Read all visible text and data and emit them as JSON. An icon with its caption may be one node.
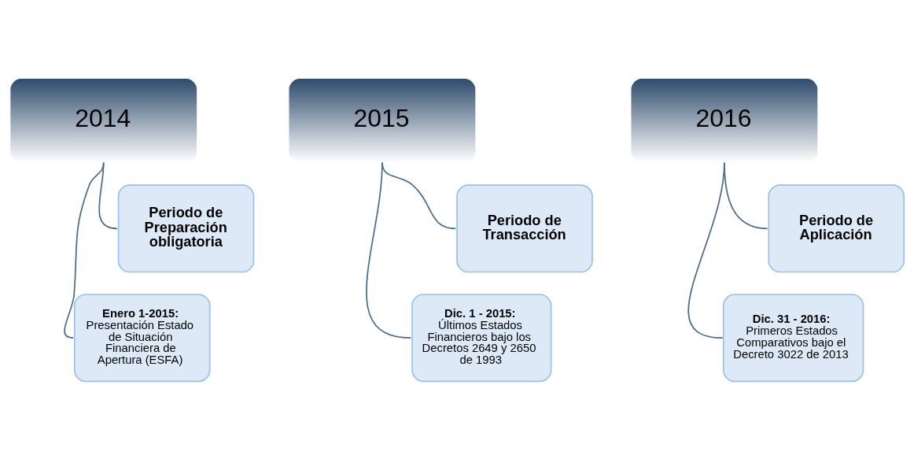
{
  "diagram": {
    "nodes": [
      {
        "text": [
          "2014"
        ]
      },
      {
        "text": [
          "Periodo de Preparación obligatoria"
        ]
      },
      {
        "text": [
          "Enero 1-2015:",
          "Presentación Estado de Situación Financiera de Apertura (ESFA)"
        ]
      },
      {
        "text": [
          "2015"
        ]
      },
      {
        "text": [
          "Periodo de Transacción"
        ]
      },
      {
        "text": [
          "Dic. 1 - 2015:",
          "Últimos Estados Financieros bajo los Decretos 2649 y 2650 de 1993"
        ]
      },
      {
        "text": [
          "2016"
        ]
      },
      {
        "text": [
          "Periodo de Aplicación"
        ]
      },
      {
        "text": [
          "Dic. 31 - 2016:",
          "Primeros Estados Comparativos bajo el Decreto 3022 de 2013"
        ]
      }
    ],
    "edges": [
      {
        "from": 0,
        "to": 1,
        "arrow": "none"
      },
      {
        "from": 0,
        "to": 2,
        "arrow": "none"
      },
      {
        "from": 3,
        "to": 4,
        "arrow": "none"
      },
      {
        "from": 3,
        "to": 5,
        "arrow": "none"
      },
      {
        "from": 6,
        "to": 7,
        "arrow": "none"
      },
      {
        "from": 6,
        "to": 8,
        "arrow": "none"
      }
    ]
  }
}
